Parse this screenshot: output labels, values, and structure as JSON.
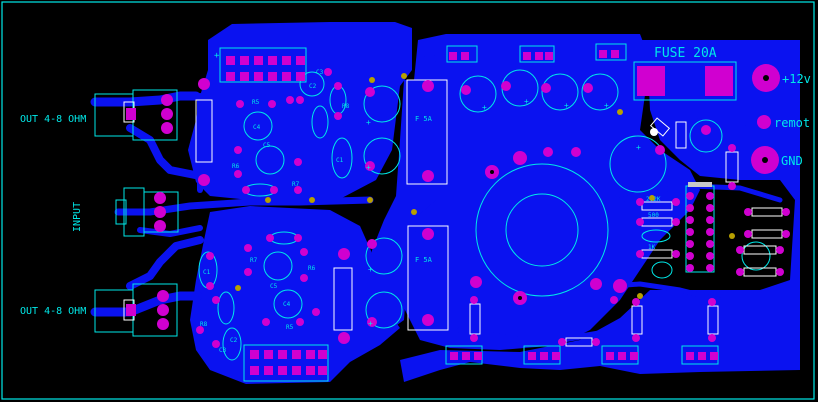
{
  "labels": {
    "fuse": "FUSE 20A",
    "plus12v": "+12v",
    "remote": "remot",
    "gnd": "GND",
    "out_top": "OUT 4-8 OHM",
    "out_bottom": "OUT 4-8 OHM",
    "input": "INPUT",
    "fuse_left": "F 5A",
    "fuse_right": "F 5A"
  },
  "components": {
    "c4_top": "C4",
    "c5_top": "C5",
    "c3_top": "C3",
    "c2_top": "C2",
    "c1_top": "C1",
    "r5_top": "R5",
    "r6_top": "R6",
    "r7_top": "R7",
    "r8_top": "R8",
    "c4_bot": "C4",
    "c5_bot": "C5",
    "c3_bot": "C3",
    "c2_bot": "C2",
    "c1_bot": "C1",
    "r5_bot": "R5",
    "r6_bot": "R6",
    "r7_bot": "R7",
    "r8_bot": "R8",
    "r2k": "2.2K",
    "r500": "500",
    "r1k": "1K"
  },
  "colors": {
    "background": "#000000",
    "copper": "#0a12f0",
    "pad": "#d000d0",
    "silkscreen": "#00e8e8",
    "via": "#b8a000"
  }
}
